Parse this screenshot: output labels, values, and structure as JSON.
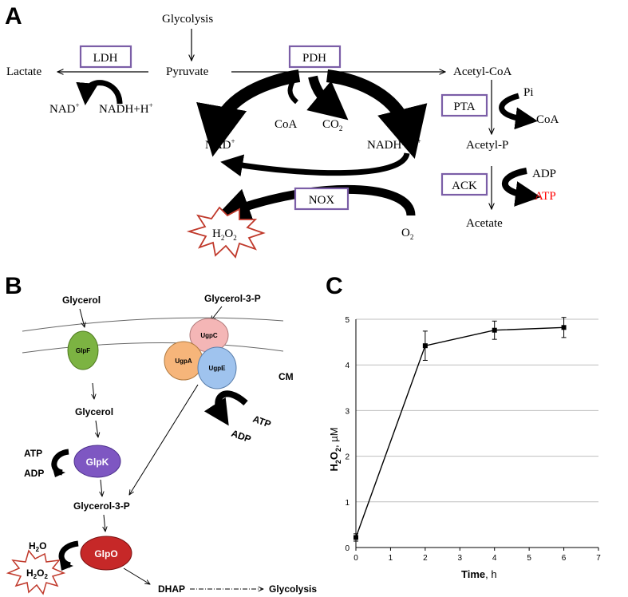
{
  "panel_a": {
    "letter": "A",
    "glycolysis": "Glycolysis",
    "pyruvate": "Pyruvate",
    "lactate": "Lactate",
    "acetyl_coa": "Acetyl-CoA",
    "ldh": "LDH",
    "pdh": "PDH",
    "pta": "PTA",
    "ack": "ACK",
    "nox": "NOX",
    "nad_left": "NAD+",
    "nadh_left": "NADH+H+",
    "coa": "CoA",
    "co2": "CO2",
    "nad_mid": "NAD+",
    "nadh_mid": "NADH+H+",
    "pi": "Pi",
    "coa_right": "CoA",
    "acetyl_p": "Acetyl-P",
    "adp": "ADP",
    "atp": "ATP",
    "acetate": "Acetate",
    "h2o2": "H2O2",
    "o2": "O2",
    "atp_color": "#ff0000",
    "box_color": "#7b5ea7",
    "star_color": "#c0392b"
  },
  "panel_b": {
    "letter": "B",
    "glycerol_top": "Glycerol",
    "glycerol3p_top": "Glycerol-3-P",
    "glpf": "GlpF",
    "ugpc": "UgpC",
    "ugpa": "UgpA",
    "ugpe": "UgpE",
    "cm": "CM",
    "atp_right": "ATP",
    "adp_right": "ADP",
    "glycerol_mid": "Glycerol",
    "atp_left": "ATP",
    "adp_left": "ADP",
    "glpk": "GlpK",
    "glycerol3p_mid": "Glycerol-3-P",
    "h2o": "H2O",
    "h2o2": "H2O2",
    "glpo": "GlpO",
    "dhap": "DHAP",
    "glycolysis": "Glycolysis",
    "colors": {
      "glpf": "#7cb342",
      "ugpc": "#f4b6b6",
      "ugpa": "#f6b57a",
      "ugpe": "#9fc3ee",
      "glpk": "#7e57c2",
      "glpo": "#c62828"
    }
  },
  "panel_c": {
    "letter": "C",
    "chart_data": {
      "type": "line",
      "title": "",
      "xlabel": "Time, h",
      "ylabel": "H2O2, µM",
      "xlim": [
        0,
        7
      ],
      "ylim": [
        0,
        5
      ],
      "xticks": [
        0,
        1,
        2,
        3,
        4,
        5,
        6,
        7
      ],
      "yticks": [
        0,
        1,
        2,
        3,
        4,
        5
      ],
      "grid": "horizontal",
      "series": [
        {
          "x": [
            0,
            2,
            4,
            6
          ],
          "y": [
            0.22,
            4.42,
            4.76,
            4.82
          ],
          "error": [
            0.08,
            0.32,
            0.2,
            0.22
          ]
        }
      ]
    }
  }
}
